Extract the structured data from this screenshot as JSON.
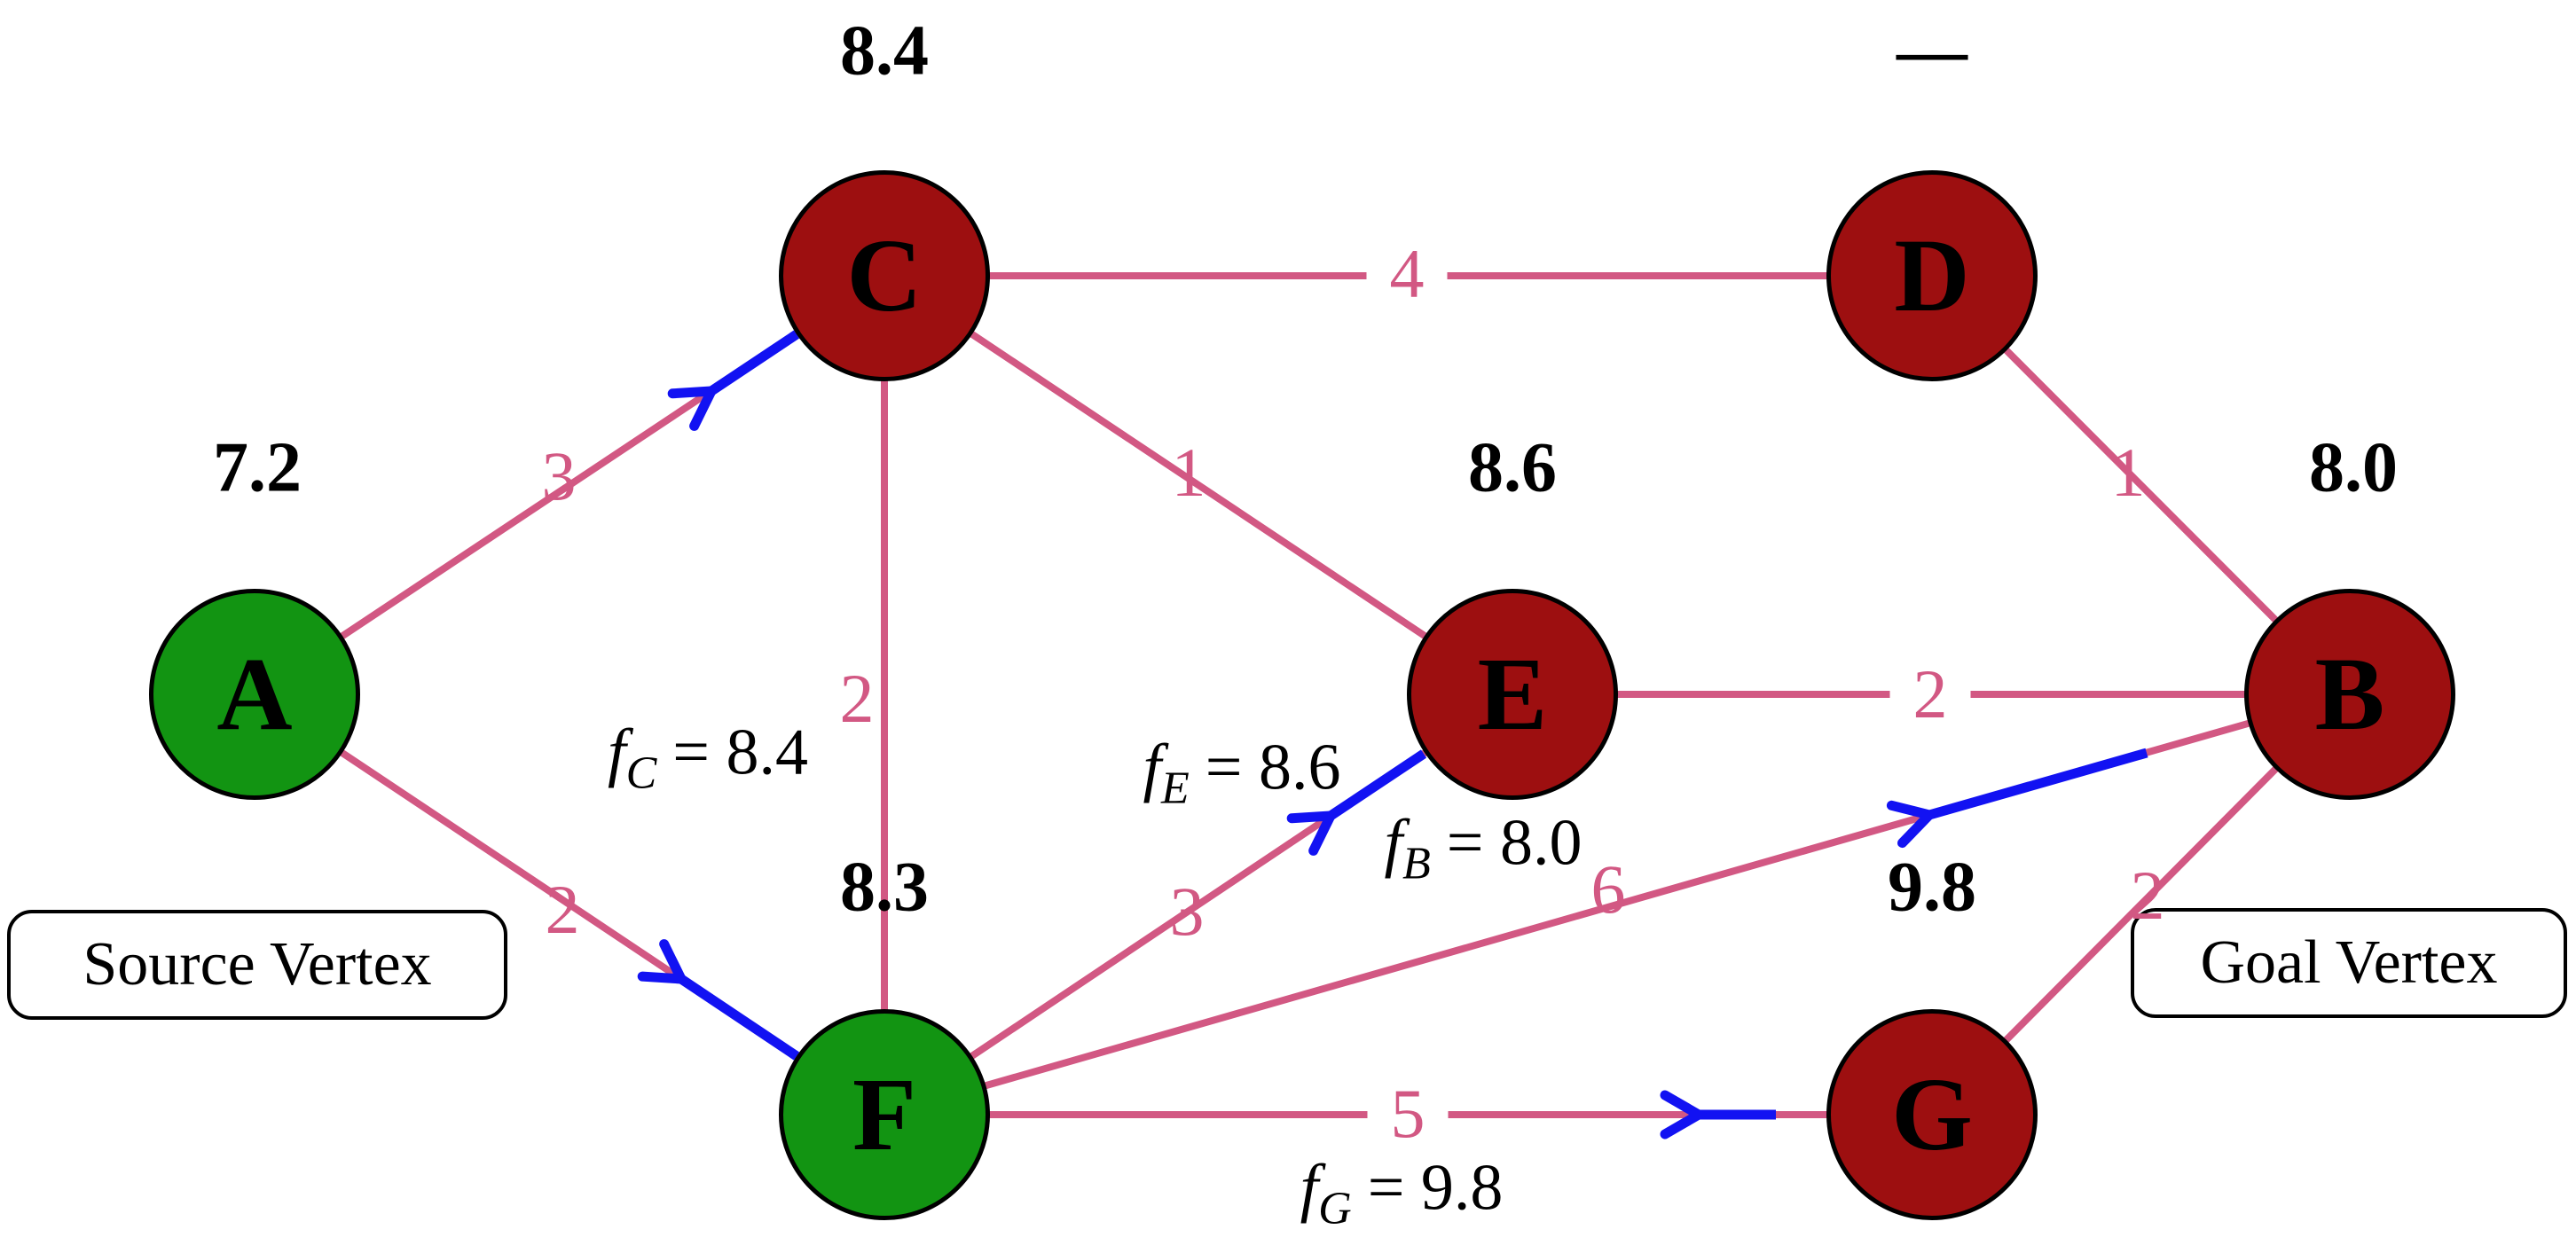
{
  "graph": {
    "nodes": [
      {
        "id": "A",
        "label": "A",
        "value": "7.2",
        "kind": "source-visited"
      },
      {
        "id": "C",
        "label": "C",
        "value": "8.4",
        "kind": "frontier"
      },
      {
        "id": "D",
        "label": "D",
        "value": "—",
        "kind": "unvisited"
      },
      {
        "id": "E",
        "label": "E",
        "value": "8.6",
        "kind": "frontier"
      },
      {
        "id": "B",
        "label": "B",
        "value": "8.0",
        "kind": "frontier"
      },
      {
        "id": "F",
        "label": "F",
        "value": "8.3",
        "kind": "current-visited"
      },
      {
        "id": "G",
        "label": "G",
        "value": "9.8",
        "kind": "frontier"
      }
    ],
    "edges": [
      {
        "from": "A",
        "to": "C",
        "weight": "3"
      },
      {
        "from": "A",
        "to": "F",
        "weight": "2"
      },
      {
        "from": "C",
        "to": "D",
        "weight": "4"
      },
      {
        "from": "C",
        "to": "E",
        "weight": "1"
      },
      {
        "from": "C",
        "to": "F",
        "weight": "2"
      },
      {
        "from": "D",
        "to": "B",
        "weight": "1"
      },
      {
        "from": "E",
        "to": "B",
        "weight": "2"
      },
      {
        "from": "E",
        "to": "F",
        "weight": "3"
      },
      {
        "from": "B",
        "to": "F",
        "weight": "6"
      },
      {
        "from": "B",
        "to": "G",
        "weight": "2"
      },
      {
        "from": "F",
        "to": "G",
        "weight": "5"
      }
    ],
    "parent_arrows": [
      {
        "from": "C",
        "to": "A"
      },
      {
        "from": "F",
        "to": "A"
      },
      {
        "from": "E",
        "to": "F"
      },
      {
        "from": "B",
        "to": "F"
      },
      {
        "from": "G",
        "to": "F"
      }
    ],
    "f_labels": [
      {
        "var": "f",
        "sub": "C",
        "eq": "= 8.4"
      },
      {
        "var": "f",
        "sub": "E",
        "eq": "= 8.6"
      },
      {
        "var": "f",
        "sub": "B",
        "eq": "= 8.0"
      },
      {
        "var": "f",
        "sub": "G",
        "eq": "= 9.8"
      }
    ],
    "annotations": {
      "source": "Source Vertex",
      "goal": "Goal Vertex"
    }
  },
  "colors": {
    "node_red": "#9d0f10",
    "node_green": "#129412",
    "edge_pink": "#d25883",
    "arrow_blue": "#1212f2",
    "text_black": "#000000",
    "background": "#ffffff"
  }
}
